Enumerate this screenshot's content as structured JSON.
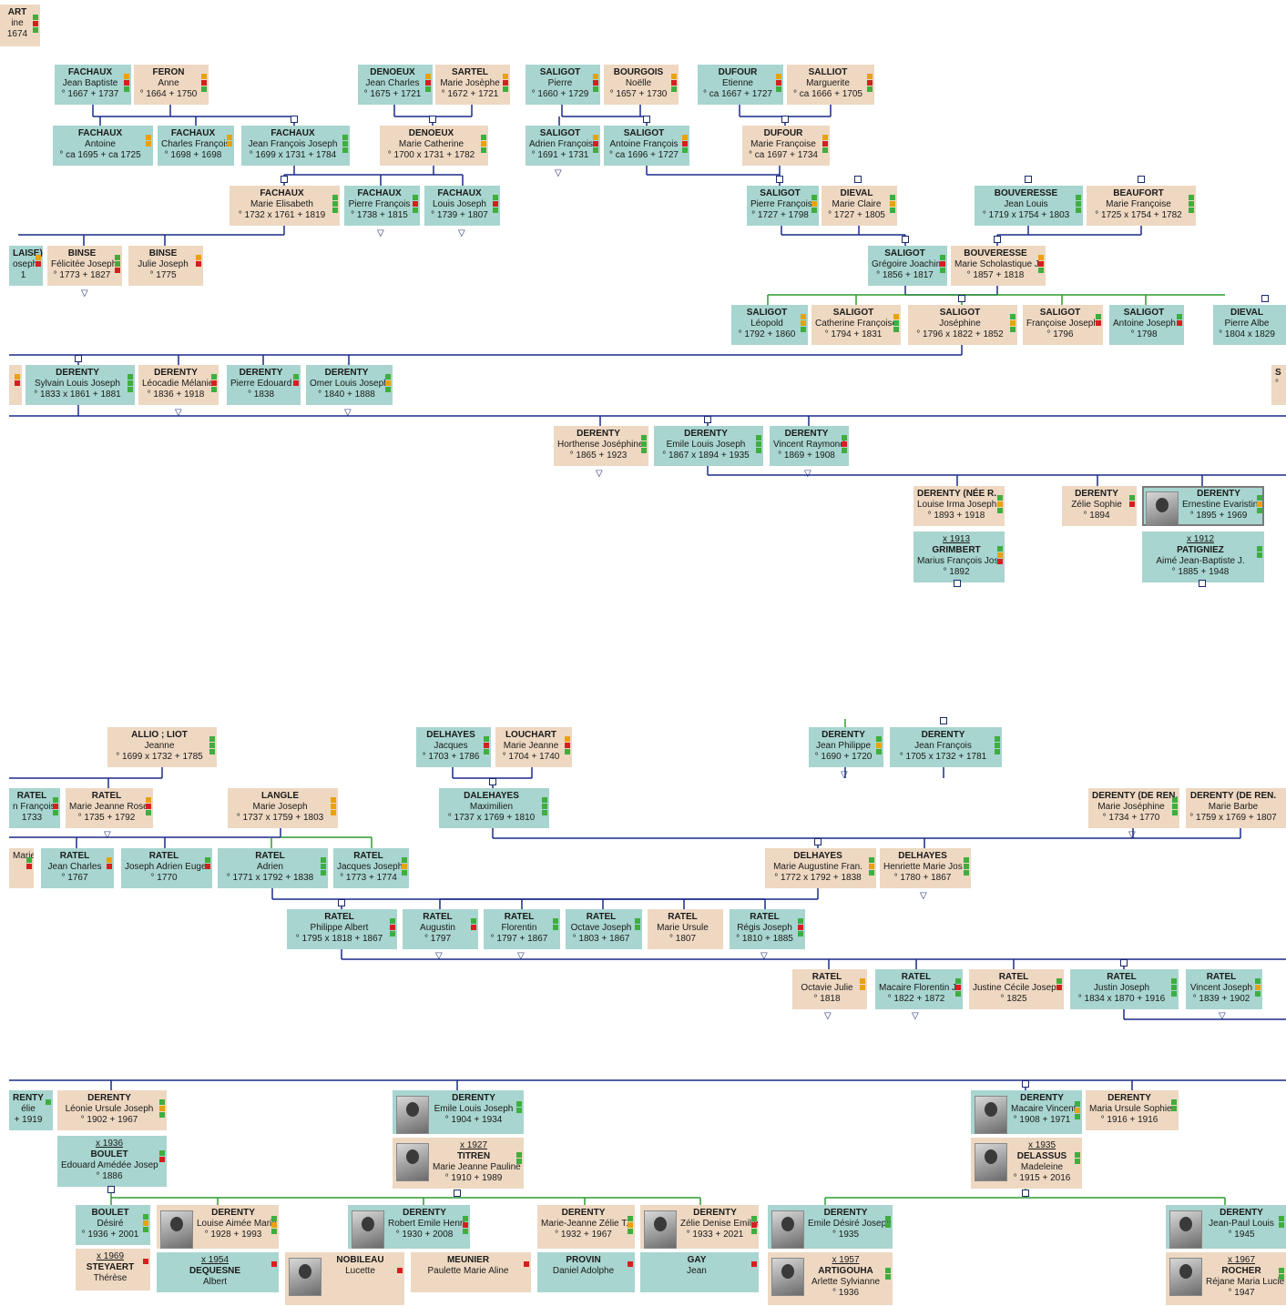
{
  "colors": {
    "male": "#a8d5cf",
    "female": "#eed8c2",
    "line_blue": "#1a2a8a",
    "line_green": "#2e9b2e",
    "ind_green": "#3fae3f",
    "ind_orange": "#e8a20f",
    "ind_red": "#d61f1f"
  },
  "top_tree": [
    {
      "sn": "ART",
      "gn": "ine",
      "dt": "1674",
      "g": "f",
      "ind": [
        "g",
        "r",
        "g"
      ]
    },
    {
      "sn": "FACHAUX",
      "gn": "Jean Baptiste",
      "dt": "° 1667  + 1737",
      "g": "m",
      "ind": [
        "o",
        "r",
        "g"
      ]
    },
    {
      "sn": "FERON",
      "gn": "Anne",
      "dt": "° 1664  + 1750",
      "g": "f",
      "ind": [
        "o",
        "r",
        "g"
      ]
    },
    {
      "sn": "DENOEUX",
      "gn": "Jean Charles",
      "dt": "° 1675  + 1721",
      "g": "m",
      "ind": [
        "o",
        "r",
        "g"
      ]
    },
    {
      "sn": "SARTEL",
      "gn": "Marie Josèphe",
      "dt": "° 1672  + 1721",
      "g": "f",
      "ind": [
        "o",
        "r",
        "g"
      ]
    },
    {
      "sn": "SALIGOT",
      "gn": "Pierre",
      "dt": "° 1660  + 1729",
      "g": "m",
      "ind": [
        "o",
        "r",
        "g"
      ]
    },
    {
      "sn": "BOURGOIS",
      "gn": "Noëlle",
      "dt": "° 1657  + 1730",
      "g": "f",
      "ind": [
        "o",
        "r",
        "g"
      ]
    },
    {
      "sn": "DUFOUR",
      "gn": "Etienne",
      "dt": "° ca 1667  + 1727",
      "g": "m",
      "ind": [
        "o",
        "r",
        "g"
      ]
    },
    {
      "sn": "SALLIOT",
      "gn": "Marguerite",
      "dt": "° ca 1666  + 1705",
      "g": "f",
      "ind": [
        "o",
        "r",
        "g"
      ]
    },
    {
      "sn": "FACHAUX",
      "gn": "Antoine",
      "dt": "° ca 1695  + ca 1725",
      "g": "m",
      "ind": [
        "o",
        "o"
      ]
    },
    {
      "sn": "FACHAUX",
      "gn": "Charles François",
      "dt": "° 1698  + 1698",
      "g": "m",
      "ind": [
        "o",
        "o"
      ]
    },
    {
      "sn": "FACHAUX",
      "gn": "Jean François Joseph",
      "dt": "° 1699  x 1731  + 1784",
      "g": "m",
      "ind": [
        "g",
        "g",
        "g"
      ]
    },
    {
      "sn": "DENOEUX",
      "gn": "Marie Catherine",
      "dt": "° 1700  x 1731  + 1782",
      "g": "f",
      "ind": [
        "g",
        "o",
        "g"
      ]
    },
    {
      "sn": "SALIGOT",
      "gn": "Adrien François",
      "dt": "° 1691  + 1731",
      "g": "m",
      "ind": [
        "o",
        "r",
        "g"
      ]
    },
    {
      "sn": "SALIGOT",
      "gn": "Antoine François",
      "dt": "° ca 1696  + 1727",
      "g": "m",
      "ind": [
        "o",
        "r",
        "g"
      ]
    },
    {
      "sn": "DUFOUR",
      "gn": "Marie Françoise",
      "dt": "° ca 1697  + 1734",
      "g": "f",
      "ind": [
        "o",
        "r",
        "g"
      ]
    },
    {
      "sn": "FACHAUX",
      "gn": "Marie Elisabeth",
      "dt": "° 1732  x 1761  + 1819",
      "g": "f",
      "ind": [
        "g",
        "g",
        "g"
      ]
    },
    {
      "sn": "FACHAUX",
      "gn": "Pierre François",
      "dt": "° 1738  + 1815",
      "g": "m",
      "ind": [
        "g",
        "r",
        "g"
      ]
    },
    {
      "sn": "FACHAUX",
      "gn": "Louis Joseph",
      "dt": "° 1739  + 1807",
      "g": "m",
      "ind": [
        "g",
        "r",
        "g"
      ]
    },
    {
      "sn": "SALIGOT",
      "gn": "Pierre François",
      "dt": "° 1727  + 1798",
      "g": "m",
      "ind": [
        "g",
        "o",
        "g"
      ]
    },
    {
      "sn": "DIEVAL",
      "gn": "Marie Claire",
      "dt": "° 1727  + 1805",
      "g": "f",
      "ind": [
        "g",
        "o",
        "g"
      ]
    },
    {
      "sn": "BOUVERESSE",
      "gn": "Jean Louis",
      "dt": "° 1719  x 1754  + 1803",
      "g": "m",
      "ind": [
        "g",
        "g",
        "g"
      ]
    },
    {
      "sn": "BEAUFORT",
      "gn": "Marie Françoise",
      "dt": "° 1725  x 1754  + 1782",
      "g": "f",
      "ind": [
        "g",
        "g",
        "g"
      ]
    },
    {
      "sn": "laise)",
      "gn": "oseph",
      "dt": "1",
      "g": "m",
      "ind": [
        "o",
        "r"
      ]
    },
    {
      "sn": "BINSE",
      "gn": "Félicitée Joseph",
      "dt": "° 1773  + 1827",
      "g": "f",
      "ind": [
        "g",
        "g",
        "r"
      ]
    },
    {
      "sn": "BINSE",
      "gn": "Julie Joseph",
      "dt": "° 1775",
      "g": "f",
      "ind": [
        "o",
        "r"
      ]
    },
    {
      "sn": "SALIGOT",
      "gn": "Grégoire Joachim",
      "dt": "° 1856  + 1817",
      "g": "m",
      "ind": [
        "g",
        "r",
        "g"
      ]
    },
    {
      "sn": "BOUVERESSE",
      "gn": "Marie Scholastique J",
      "dt": "° 1857  + 1818",
      "g": "f",
      "ind": [
        "o",
        "r",
        "g"
      ]
    },
    {
      "sn": "SALIGOT",
      "gn": "Léopold",
      "dt": "° 1792  + 1860",
      "g": "m",
      "ind": [
        "o",
        "o",
        "g"
      ]
    },
    {
      "sn": "SALIGOT",
      "gn": "Catherine Françoise",
      "dt": "° 1794  + 1831",
      "g": "f",
      "ind": [
        "o",
        "g",
        "g"
      ]
    },
    {
      "sn": "SALIGOT",
      "gn": "Joséphine",
      "dt": "° 1796  x 1822  + 1852",
      "g": "f",
      "ind": [
        "g",
        "o",
        "g"
      ]
    },
    {
      "sn": "SALIGOT",
      "gn": "Françoise Joseph",
      "dt": "° 1796",
      "g": "f",
      "ind": [
        "g",
        "r"
      ]
    },
    {
      "sn": "SALIGOT",
      "gn": "Antoine Joseph",
      "dt": "° 1798",
      "g": "m",
      "ind": [
        "g",
        "r"
      ]
    },
    {
      "sn": "DIEVAL",
      "gn": "Pierre Albe",
      "dt": "° 1804  x 1829",
      "g": "m",
      "ind": []
    },
    {
      "sn": "",
      "gn": "",
      "dt": "",
      "g": "f",
      "ind": [
        "o",
        "r"
      ]
    },
    {
      "sn": "DERENTY",
      "gn": "Sylvain Louis Joseph",
      "dt": "° 1833  x 1861  + 1881",
      "g": "m",
      "ind": [
        "g",
        "g",
        "g"
      ]
    },
    {
      "sn": "DERENTY",
      "gn": "Léocadie Mélanie",
      "dt": "° 1836  + 1918",
      "g": "f",
      "ind": [
        "g",
        "r",
        "g"
      ]
    },
    {
      "sn": "DERENTY",
      "gn": "Pierre Edouard",
      "dt": "° 1838",
      "g": "m",
      "ind": [
        "g",
        "r"
      ]
    },
    {
      "sn": "DERENTY",
      "gn": "Omer Louis Joseph",
      "dt": "° 1840  + 1888",
      "g": "m",
      "ind": [
        "g",
        "o",
        "g"
      ]
    },
    {
      "sn": "S",
      "gn": "",
      "dt": "°",
      "g": "f",
      "ind": []
    },
    {
      "sn": "DERENTY",
      "gn": "Horthense Joséphine",
      "dt": "° 1865  + 1923",
      "g": "f",
      "ind": [
        "g",
        "g",
        "g"
      ]
    },
    {
      "sn": "DERENTY",
      "gn": "Emile Louis Joseph",
      "dt": "° 1867  x 1894  + 1935",
      "g": "m",
      "ind": [
        "g",
        "g",
        "g"
      ]
    },
    {
      "sn": "DERENTY",
      "gn": "Vincent Raymond",
      "dt": "° 1869  + 1908",
      "g": "m",
      "ind": [
        "g",
        "r",
        "g"
      ]
    },
    {
      "sn": "DERENTY (NÉE R.",
      "gn": "Louise Irma Joseph",
      "dt": "° 1893  + 1918",
      "g": "f",
      "ind": [
        "g",
        "o",
        "g"
      ]
    },
    {
      "sn": "DERENTY",
      "gn": "Zélie Sophie",
      "dt": "° 1894",
      "g": "f",
      "ind": [
        "g",
        "r"
      ]
    },
    {
      "sn": "DERENTY",
      "gn": "Ernestine Evaristine",
      "dt": "° 1895  + 1969",
      "g": "m",
      "ind": [
        "g",
        "o",
        "g"
      ],
      "photo": true,
      "sel": true
    },
    {
      "mg": "x 1913",
      "sn": "GRIMBERT",
      "gn": "Marius François Jos",
      "dt": "° 1892",
      "g": "m",
      "ind": [
        "g",
        "o",
        "r"
      ]
    },
    {
      "mg": "x 1912",
      "sn": "PATIGNIEZ",
      "gn": "Aimé Jean-Baptiste J.",
      "dt": "° 1885  + 1948",
      "g": "m",
      "ind": [
        "g",
        "g"
      ]
    }
  ],
  "bottom_tree": [
    {
      "sn": "ALLIO ; LIOT",
      "gn": "Jeanne",
      "dt": "° 1699  x 1732  + 1785",
      "g": "f",
      "ind": [
        "g",
        "g",
        "g"
      ]
    },
    {
      "sn": "DELHAYES",
      "gn": "Jacques",
      "dt": "° 1703  + 1786",
      "g": "m",
      "ind": [
        "g",
        "r",
        "g"
      ]
    },
    {
      "sn": "LOUCHART",
      "gn": "Marie Jeanne",
      "dt": "° 1704  + 1740",
      "g": "f",
      "ind": [
        "o",
        "r",
        "g"
      ]
    },
    {
      "sn": "DERENTY",
      "gn": "Jean Philippe",
      "dt": "° 1690  + 1720",
      "g": "m",
      "ind": [
        "g",
        "o",
        "g"
      ]
    },
    {
      "sn": "DERENTY",
      "gn": "Jean François",
      "dt": "° 1705  x 1732  + 1781",
      "g": "m",
      "ind": [
        "g",
        "g",
        "g"
      ]
    },
    {
      "sn": "RATEL",
      "gn": "n François",
      "dt": "1733",
      "g": "m",
      "ind": [
        "g",
        "r",
        "g"
      ]
    },
    {
      "sn": "RATEL",
      "gn": "Marie Jeanne Rose",
      "dt": "° 1735  + 1792",
      "g": "f",
      "ind": [
        "o",
        "r",
        "g"
      ]
    },
    {
      "sn": "LANGLE",
      "gn": "Marie Joseph",
      "dt": "° 1737  x 1759  + 1803",
      "g": "f",
      "ind": [
        "o",
        "o",
        "o"
      ]
    },
    {
      "sn": "DALEHAYES",
      "gn": "Maximilien",
      "dt": "° 1737  x 1769  + 1810",
      "g": "m",
      "ind": [
        "g",
        "g",
        "g"
      ]
    },
    {
      "sn": "DERENTY (de REN.",
      "gn": "Marie Joséphine",
      "dt": "° 1734  + 1770",
      "g": "f",
      "ind": [
        "g",
        "g",
        "g"
      ]
    },
    {
      "sn": "DERENTY (de REN.",
      "gn": "Marie Barbe",
      "dt": "° 1759  x 1769  + 1807",
      "g": "f",
      "ind": []
    },
    {
      "sn": "",
      "gn": "Marie",
      "dt": "",
      "g": "f",
      "ind": [
        "g",
        "r"
      ]
    },
    {
      "sn": "RATEL",
      "gn": "Jean Charles",
      "dt": "° 1767",
      "g": "m",
      "ind": [
        "o",
        "r"
      ]
    },
    {
      "sn": "RATEL",
      "gn": "Joseph Adrien Euge",
      "dt": "° 1770",
      "g": "m",
      "ind": [
        "g",
        "r"
      ]
    },
    {
      "sn": "RATEL",
      "gn": "Adrien",
      "dt": "° 1771  x 1792  + 1838",
      "g": "m",
      "ind": [
        "g",
        "g",
        "g"
      ]
    },
    {
      "sn": "RATEL",
      "gn": "Jacques Joseph",
      "dt": "° 1773  + 1774",
      "g": "m",
      "ind": [
        "g",
        "o",
        "g"
      ]
    },
    {
      "sn": "DELHAYES",
      "gn": "Marie Augustine Fran.",
      "dt": "° 1772  x 1792  + 1838",
      "g": "f",
      "ind": [
        "g",
        "o",
        "g"
      ]
    },
    {
      "sn": "DELHAYES",
      "gn": "Henriette Marie Jos",
      "dt": "° 1780  + 1867",
      "g": "f",
      "ind": [
        "g",
        "g",
        "g"
      ]
    },
    {
      "sn": "RATEL",
      "gn": "Philippe Albert",
      "dt": "° 1795  x 1818  + 1867",
      "g": "m",
      "ind": [
        "g",
        "r",
        "g"
      ]
    },
    {
      "sn": "RATEL",
      "gn": "Augustin",
      "dt": "° 1797",
      "g": "m",
      "ind": [
        "g",
        "r"
      ]
    },
    {
      "sn": "RATEL",
      "gn": "Florentin",
      "dt": "° 1797  + 1867",
      "g": "m",
      "ind": [
        "g",
        "g"
      ]
    },
    {
      "sn": "RATEL",
      "gn": "Octave Joseph",
      "dt": "° 1803  + 1867",
      "g": "m",
      "ind": [
        "g",
        "g"
      ]
    },
    {
      "sn": "RATEL",
      "gn": "Marie Ursule",
      "dt": "° 1807",
      "g": "f",
      "ind": []
    },
    {
      "sn": "RATEL",
      "gn": "Régis Joseph",
      "dt": "° 1810  + 1885",
      "g": "m",
      "ind": [
        "g",
        "r",
        "g"
      ]
    },
    {
      "sn": "RATEL",
      "gn": "Octavie Julie",
      "dt": "° 1818",
      "g": "f",
      "ind": [
        "o",
        "o"
      ]
    },
    {
      "sn": "RATEL",
      "gn": "Macaire Florentin J",
      "dt": "° 1822  + 1872",
      "g": "m",
      "ind": [
        "g",
        "r",
        "g"
      ]
    },
    {
      "sn": "RATEL",
      "gn": "Justine Cécile Josep",
      "dt": "° 1825",
      "g": "f",
      "ind": [
        "g",
        "r"
      ]
    },
    {
      "sn": "RATEL",
      "gn": "Justin Joseph",
      "dt": "° 1834  x 1870  + 1916",
      "g": "m",
      "ind": [
        "g",
        "g",
        "g"
      ]
    },
    {
      "sn": "RATEL",
      "gn": "Vincent Joseph",
      "dt": "° 1839  + 1902",
      "g": "m",
      "ind": [
        "g",
        "o",
        "g"
      ]
    },
    {
      "sn": "RENTY",
      "gn": "élie",
      "dt": "+ 1919",
      "g": "m",
      "ind": [
        "g"
      ]
    },
    {
      "sn": "DERENTY",
      "gn": "Léonie Ursule Joseph",
      "dt": "° 1902  + 1967",
      "g": "f",
      "ind": [
        "g",
        "o",
        "g"
      ]
    },
    {
      "mg": "x 1936",
      "sn": "BOULET",
      "gn": "Edouard Amédée Josep",
      "dt": "° 1886",
      "g": "m",
      "ind": [
        "g",
        "r"
      ]
    },
    {
      "sn": "DERENTY",
      "gn": "Emile Louis Joseph",
      "dt": "° 1904  + 1934",
      "g": "m",
      "ind": [
        "g",
        "g"
      ],
      "photo": true
    },
    {
      "mg": "x 1927",
      "sn": "TITREN",
      "gn": "Marie Jeanne Pauline",
      "dt": "° 1910  + 1989",
      "g": "f",
      "ind": [
        "g",
        "g"
      ],
      "photo": true
    },
    {
      "sn": "DERENTY",
      "gn": "Macaire Vincent",
      "dt": "° 1908  + 1971",
      "g": "m",
      "ind": [
        "g",
        "o",
        "g"
      ],
      "photo": true
    },
    {
      "sn": "DERENTY",
      "gn": "Maria Ursule Sophie",
      "dt": "° 1916  + 1916",
      "g": "f",
      "ind": [
        "g",
        "g"
      ]
    },
    {
      "mg": "x 1935",
      "sn": "DELASSUS",
      "gn": "Madeleine",
      "dt": "° 1915  + 2016",
      "g": "f",
      "ind": [
        "g",
        "g"
      ],
      "photo": true
    },
    {
      "sn": "BOULET",
      "gn": "Désiré",
      "dt": "° 1936  + 2001",
      "g": "m",
      "ind": [
        "g",
        "o",
        "g"
      ]
    },
    {
      "mg": "x 1969",
      "sn": "STEYAERT",
      "gn": "Thérèse",
      "dt": "",
      "g": "f",
      "ind": [
        "r"
      ]
    },
    {
      "sn": "DERENTY",
      "gn": "Louise Aimée Marie",
      "dt": "° 1928  + 1993",
      "g": "f",
      "ind": [
        "g",
        "o",
        "g"
      ],
      "photo": true
    },
    {
      "mg": "x 1954",
      "sn": "DEQUESNE",
      "gn": "Albert",
      "dt": "",
      "g": "m",
      "ind": [
        "r"
      ]
    },
    {
      "sn": "DERENTY",
      "gn": "Robert Emile Henri",
      "dt": "° 1930  + 2008",
      "g": "m",
      "ind": [
        "g",
        "r",
        "g"
      ],
      "photo": true
    },
    {
      "sn": "NOBILEAU",
      "gn": "Lucette",
      "dt": "",
      "g": "f",
      "ind": [
        "r"
      ],
      "photo": true
    },
    {
      "sn": "MEUNIER",
      "gn": "Paulette Marie Aline",
      "dt": "",
      "g": "f",
      "ind": [
        "r"
      ]
    },
    {
      "sn": "DERENTY",
      "gn": "Marie-Jeanne Zélie T.",
      "dt": "° 1932  + 1967",
      "g": "f",
      "ind": [
        "g",
        "o",
        "g"
      ]
    },
    {
      "sn": "PROVIN",
      "gn": "Daniel Adolphe",
      "dt": "",
      "g": "m",
      "ind": [
        "r"
      ]
    },
    {
      "sn": "DERENTY",
      "gn": "Zélie Denise Emilie",
      "dt": "° 1933  + 2021",
      "g": "f",
      "ind": [
        "g",
        "r",
        "g"
      ],
      "photo": true
    },
    {
      "sn": "GAY",
      "gn": "Jean",
      "dt": "",
      "g": "m",
      "ind": [
        "r"
      ]
    },
    {
      "sn": "DERENTY",
      "gn": "Emile Désiré Joseph",
      "dt": "° 1935",
      "g": "m",
      "ind": [
        "g",
        "g"
      ],
      "photo": true
    },
    {
      "mg": "x 1957",
      "sn": "ARTIGOUHA",
      "gn": "Arlette Sylvianne",
      "dt": "° 1936",
      "g": "f",
      "ind": [
        "g",
        "g"
      ],
      "photo": true
    },
    {
      "sn": "DERENTY",
      "gn": "Jean-Paul Louis",
      "dt": "° 1945",
      "g": "m",
      "ind": [
        "g",
        "g"
      ],
      "photo": true
    },
    {
      "mg": "x 1967",
      "sn": "ROCHER",
      "gn": "Réjane Maria Lucie",
      "dt": "° 1947",
      "g": "f",
      "ind": [
        "g",
        "g"
      ],
      "photo": true
    }
  ]
}
